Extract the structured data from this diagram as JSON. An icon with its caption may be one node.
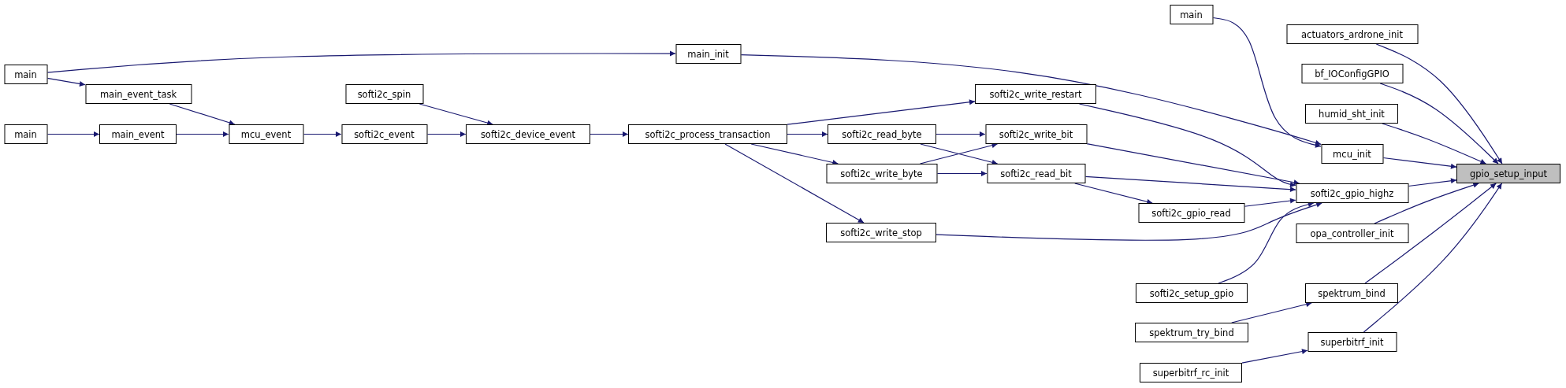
{
  "diagram": {
    "nodes": [
      {
        "text": [
          "main"
        ]
      },
      {
        "text": [
          "main"
        ]
      },
      {
        "text": [
          "main_event_task"
        ]
      },
      {
        "text": [
          "main_event"
        ]
      },
      {
        "text": [
          "mcu_event"
        ]
      },
      {
        "text": [
          "softi2c_spin"
        ]
      },
      {
        "text": [
          "softi2c_event"
        ]
      },
      {
        "text": [
          "softi2c_device_event"
        ]
      },
      {
        "text": [
          "softi2c_process_transaction"
        ]
      },
      {
        "text": [
          "main_init"
        ]
      },
      {
        "text": [
          "softi2c_write_restart"
        ]
      },
      {
        "text": [
          "softi2c_read_byte"
        ]
      },
      {
        "text": [
          "softi2c_write_bit"
        ]
      },
      {
        "text": [
          "softi2c_write_byte"
        ]
      },
      {
        "text": [
          "softi2c_read_bit"
        ]
      },
      {
        "text": [
          "softi2c_write_stop"
        ]
      },
      {
        "text": [
          "softi2c_gpio_read"
        ]
      },
      {
        "text": [
          "softi2c_setup_gpio"
        ]
      },
      {
        "text": [
          "spektrum_try_bind"
        ]
      },
      {
        "text": [
          "superbitrf_rc_init"
        ]
      },
      {
        "text": [
          "main"
        ]
      },
      {
        "text": [
          "actuators_ardrone_init"
        ]
      },
      {
        "text": [
          "bf_IOConfigGPIO"
        ]
      },
      {
        "text": [
          "humid_sht_init"
        ]
      },
      {
        "text": [
          "mcu_init"
        ]
      },
      {
        "text": [
          "softi2c_gpio_highz"
        ]
      },
      {
        "text": [
          "opa_controller_init"
        ]
      },
      {
        "text": [
          "spektrum_bind"
        ]
      },
      {
        "text": [
          "superbitrf_init"
        ]
      },
      {
        "text": [
          "gpio_setup_input"
        ]
      }
    ],
    "edges": [
      {
        "from": 0,
        "to": 9,
        "arrow": "to"
      },
      {
        "from": 0,
        "to": 2,
        "arrow": "to"
      },
      {
        "from": 1,
        "to": 3,
        "arrow": "to"
      },
      {
        "from": 2,
        "to": 4,
        "arrow": "to"
      },
      {
        "from": 3,
        "to": 4,
        "arrow": "to"
      },
      {
        "from": 4,
        "to": 6,
        "arrow": "to"
      },
      {
        "from": 5,
        "to": 7,
        "arrow": "to"
      },
      {
        "from": 6,
        "to": 7,
        "arrow": "to"
      },
      {
        "from": 7,
        "to": 8,
        "arrow": "to"
      },
      {
        "from": 8,
        "to": 10,
        "arrow": "to"
      },
      {
        "from": 8,
        "to": 11,
        "arrow": "to"
      },
      {
        "from": 8,
        "to": 13,
        "arrow": "to"
      },
      {
        "from": 8,
        "to": 15,
        "arrow": "to"
      },
      {
        "from": 11,
        "to": 12,
        "arrow": "to"
      },
      {
        "from": 11,
        "to": 14,
        "arrow": "to"
      },
      {
        "from": 13,
        "to": 12,
        "arrow": "to"
      },
      {
        "from": 13,
        "to": 14,
        "arrow": "to"
      },
      {
        "from": 9,
        "to": 24,
        "arrow": "to"
      },
      {
        "from": 20,
        "to": 24,
        "arrow": "to"
      },
      {
        "from": 10,
        "to": 25,
        "arrow": "to"
      },
      {
        "from": 12,
        "to": 25,
        "arrow": "to"
      },
      {
        "from": 14,
        "to": 25,
        "arrow": "to"
      },
      {
        "from": 14,
        "to": 16,
        "arrow": "to"
      },
      {
        "from": 16,
        "to": 25,
        "arrow": "to"
      },
      {
        "from": 15,
        "to": 25,
        "arrow": "to"
      },
      {
        "from": 17,
        "to": 25,
        "arrow": "to"
      },
      {
        "from": 18,
        "to": 27,
        "arrow": "to"
      },
      {
        "from": 19,
        "to": 28,
        "arrow": "to"
      },
      {
        "from": 21,
        "to": 29,
        "arrow": "to"
      },
      {
        "from": 22,
        "to": 29,
        "arrow": "to"
      },
      {
        "from": 23,
        "to": 29,
        "arrow": "to"
      },
      {
        "from": 24,
        "to": 29,
        "arrow": "to"
      },
      {
        "from": 25,
        "to": 29,
        "arrow": "to"
      },
      {
        "from": 26,
        "to": 29,
        "arrow": "to"
      },
      {
        "from": 27,
        "to": 29,
        "arrow": "to"
      },
      {
        "from": 28,
        "to": 29,
        "arrow": "to"
      }
    ]
  }
}
